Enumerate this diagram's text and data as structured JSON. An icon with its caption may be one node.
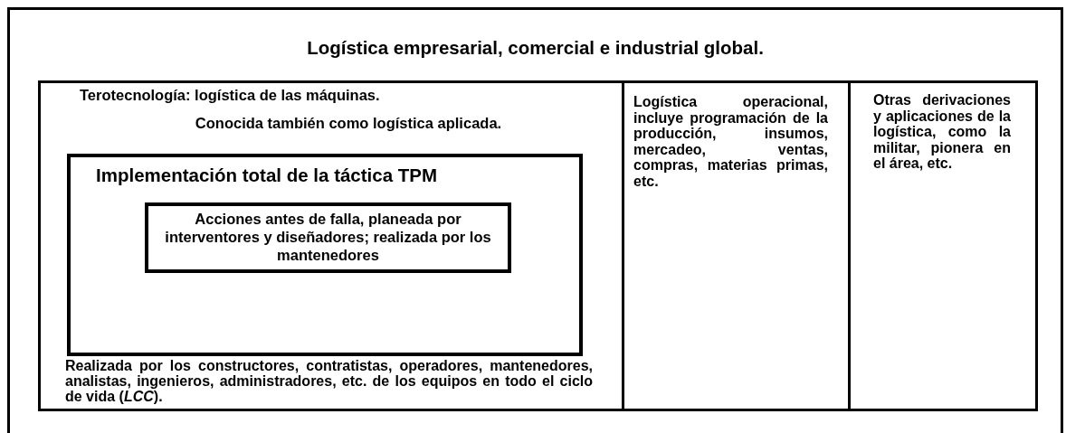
{
  "diagram": {
    "nodes": [
      {
        "text": [
          "Logística empresarial, comercial e industrial global."
        ]
      },
      {
        "text": [
          "Terotecnología: logística de las máquinas.",
          "Conocida también como logística aplicada.",
          "Realizada por los constructores, contratistas, operadores, mantenedores, analistas, ingenieros, administradores, etc. de los equipos en todo el ciclo de vida (*LCC*)."
        ],
        "in": 0
      },
      {
        "text": [
          "Implementación total de la táctica TPM"
        ],
        "in": 1
      },
      {
        "text": [
          "Acciones antes de falla, planeada por interventores y diseñadores; realizada por los mantenedores"
        ],
        "in": 2
      },
      {
        "text": [
          "Logística operacional, incluye programación de la producción, insumos, mercadeo, ventas, compras, materias primas, etc."
        ],
        "in": 0
      },
      {
        "text": [
          "Otras derivaciones y aplicaciones de la logística, como la militar, pionera en el área, etc."
        ],
        "in": 0
      }
    ]
  }
}
